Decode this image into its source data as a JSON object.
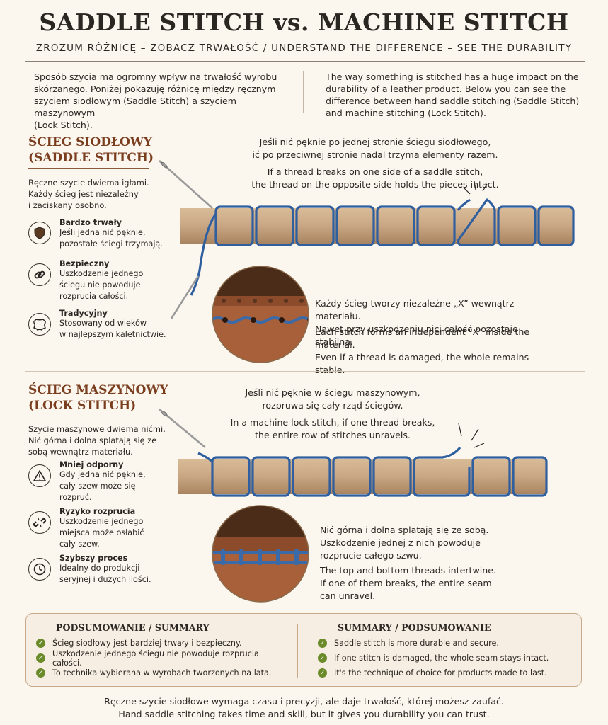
{
  "title": "SADDLE STITCH vs. MACHINE STITCH",
  "subtitle": "ZROZUM RÓŻNICĘ – ZOBACZ TRWAŁOŚĆ / UNDERSTAND THE DIFFERENCE – SEE THE DURABILITY",
  "intro": {
    "pl": [
      "Sposób szycia ma ogromny wpływ na trwałość wyrobu",
      "skórzanego. Poniżej pokazuję różnicę między ręcznym",
      "szyciem siodłowym (Saddle Stitch) a szyciem maszynowym",
      "(Lock Stitch)."
    ],
    "en": [
      "The way something is stitched has a huge impact on the",
      "durability of a leather product. Below you can see the",
      "difference between hand saddle stitching (Saddle Stitch)",
      "and machine stitching (Lock Stitch)."
    ]
  },
  "saddle": {
    "heading": [
      "ŚCIEG SIODŁOWY",
      "(SADDLE STITCH)"
    ],
    "desc": [
      "Ręczne szycie dwiema igłami.",
      "Każdy ścieg jest niezależny",
      "i zaciskany osobno."
    ],
    "features": [
      {
        "icon": "shield-icon",
        "title": "Bardzo trwały",
        "text": [
          "Jeśli jedna nić pęknie,",
          "pozostałe ściegi trzymają."
        ]
      },
      {
        "icon": "chain-link-icon",
        "title": "Bezpieczny",
        "text": [
          "Uszkodzenie jednego",
          "ściegu nie powoduje",
          "rozprucia całości."
        ]
      },
      {
        "icon": "leather-hide-icon",
        "title": "Tradycyjny",
        "text": [
          "Stosowany od wieków",
          "w najlepszym kaletnictwie."
        ]
      }
    ],
    "callout_pl": [
      "Jeśli nić pęknie po jednej stronie ściegu siodłowego,",
      "ić po przeciwnej stronie nadal trzyma elementy razem."
    ],
    "callout_en": [
      "If a thread breaks on one side of a saddle stitch,",
      "the thread on the opposite side holds the pieces intact."
    ],
    "detail_pl": [
      "Każdy ścieg tworzy niezależne „X” wewnątrz materiału.",
      "Nawet przy uszkodzeniu nici całość pozostaje stabilna."
    ],
    "detail_en": [
      "Each stitch forms an independent “X” inside the material.",
      "Even if a thread is damaged, the whole remains stable."
    ]
  },
  "lock": {
    "heading": [
      "ŚCIEG MASZYNOWY",
      "(LOCK STITCH)"
    ],
    "desc": [
      "Szycie maszynowe dwiema nićmi.",
      "Nić górna i dolna splatają się ze",
      "sobą wewnątrz materiału."
    ],
    "features": [
      {
        "icon": "warning-icon",
        "title": "Mniej odporny",
        "text": [
          "Gdy jedna nić pęknie,",
          "cały szew może się",
          "rozpruć."
        ]
      },
      {
        "icon": "broken-link-icon",
        "title": "Ryzyko rozprucia",
        "text": [
          "Uszkodzenie jednego",
          "miejsca może osłabić",
          "cały szew."
        ]
      },
      {
        "icon": "clock-icon",
        "title": "Szybszy proces",
        "text": [
          "Idealny do produkcji",
          "seryjnej i dużych ilości."
        ]
      }
    ],
    "callout_pl": [
      "Jeśli nić pęknie w ściegu maszynowym,",
      "rozpruwa się cały rząd ściegów."
    ],
    "callout_en": [
      "In a machine lock stitch, if one thread breaks,",
      "the entire row of stitches unravels."
    ],
    "detail_pl": [
      "Nić górna i dolna splatają się ze sobą.",
      "Uszkodzenie jednej z nich powoduje",
      "rozprucie całego szwu."
    ],
    "detail_en": [
      "The top and bottom threads intertwine.",
      "If one of them breaks, the entire seam",
      "can unravel."
    ]
  },
  "summary": {
    "left_heading": "PODSUMOWANIE / SUMMARY",
    "left_items": [
      "Ścieg siodłowy jest bardziej trwały i bezpieczny.",
      "Uszkodzenie jednego ściegu nie powoduje rozprucia całości.",
      "To technika wybierana w wyrobach tworzonych na lata."
    ],
    "right_heading": "SUMMARY / PODSUMOWANIE",
    "right_items": [
      "Saddle stitch is more durable and secure.",
      "If one stitch is damaged, the whole seam stays intact.",
      "It's the technique of choice for products made to last."
    ]
  },
  "footer": [
    "Ręczne szycie siodłowe wymaga czasu i precyzji, ale daje trwałość, której możesz zaufać.",
    "Hand saddle stitching takes time and skill, but it gives you durability you can trust."
  ],
  "colors": {
    "accent": "#7a3e1e",
    "thread": "#2f5f9e",
    "leather": "#c9a784",
    "check": "#6b8a2a"
  }
}
